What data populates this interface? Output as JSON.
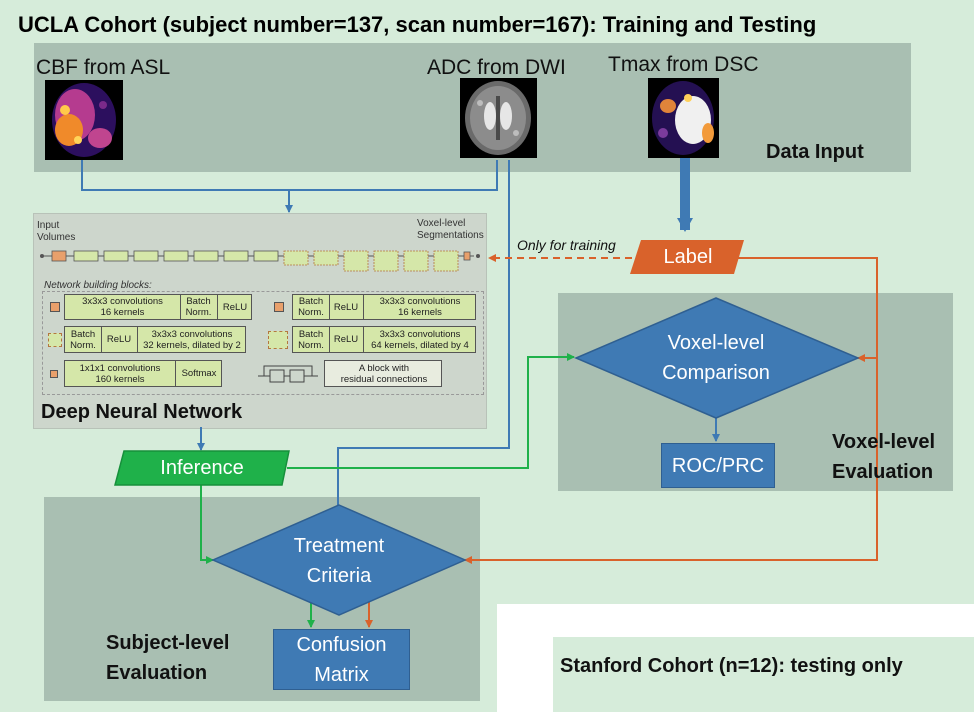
{
  "title": "UCLA Cohort (subject number=137, scan number=167):  Training and Testing",
  "data_input": {
    "cbf_label": "CBF from ASL",
    "adc_label": "ADC from DWI",
    "tmax_label": "Tmax from DSC",
    "section_label": "Data Input"
  },
  "network": {
    "input_label_1": "Input",
    "input_label_2": "Volumes",
    "output_label_1": "Voxel-level",
    "output_label_2": "Segmentations",
    "blocks_title": "Network building blocks:",
    "b1": [
      "3x3x3 convolutions",
      "16 kernels",
      "Batch",
      "Norm.",
      "ReLU"
    ],
    "b2": [
      "Batch",
      "Norm.",
      "ReLU",
      "3x3x3 convolutions",
      "16 kernels"
    ],
    "b3": [
      "Batch",
      "Norm.",
      "ReLU",
      "3x3x3  convolutions",
      "32 kernels, dilated by 2"
    ],
    "b4": [
      "Batch",
      "Norm.",
      "ReLU",
      "3x3x3 convolutions",
      "64 kernels, dilated by 4"
    ],
    "b5": [
      "1x1x1  convolutions",
      "160 kernels",
      "Softmax"
    ],
    "b6": [
      "A block with",
      "residual connections"
    ],
    "section_label": "Deep Neural Network"
  },
  "only_for_training": "Only for training",
  "label_box": "Label",
  "voxel_comparison": [
    "Voxel-level",
    "Comparison"
  ],
  "roc_prc": "ROC/PRC",
  "voxel_eval": [
    "Voxel-level",
    "Evaluation"
  ],
  "inference": "Inference",
  "treatment_criteria": [
    "Treatment",
    "Criteria"
  ],
  "confusion_matrix": [
    "Confusion",
    "Matrix"
  ],
  "subject_eval": [
    "Subject-level",
    "Evaluation"
  ],
  "stanford": "Stanford Cohort (n=12): testing only",
  "colors": {
    "blue": "#3f7ab4",
    "green": "#1fb14a",
    "orange": "#d9622b",
    "panel": "#a9bfb2",
    "background": "#d6ecda"
  }
}
